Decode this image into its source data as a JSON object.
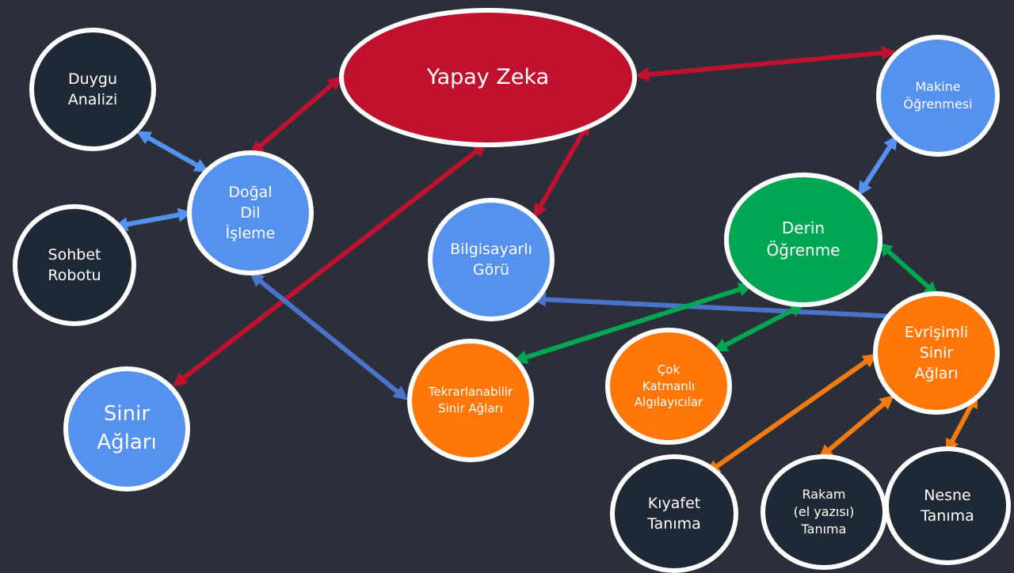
{
  "colors": {
    "background": "#2a2f39",
    "red": "#c0112f",
    "blue": "#5591ee",
    "dark": "#1f2835",
    "green": "#00a651",
    "orange": "#ff7708",
    "arrow_red": "#c0112f",
    "arrow_blue": "#5591ee",
    "arrow_darkblue": "#4a74c9",
    "arrow_green": "#00a651",
    "arrow_orange": "#f27a12"
  },
  "nodes": {
    "yapay_zeka": "Yapay Zeka",
    "duygu_analizi": "Duygu\nAnalizi",
    "dogal_dil_isleme": "Doğal\nDil\nİşleme",
    "sohbet_robotu": "Sohbet\nRobotu",
    "sinir_aglari": "Sinir\nAğları",
    "bilgisayarli_goru": "Bilgisayarlı\nGörü",
    "makine_ogrenmesi": "Makine\nÖğrenmesi",
    "derin_ogrenme": "Derin\nÖğrenme",
    "tekrarlanabilir": "Tekrarlanabilir\nSinir Ağları",
    "cok_katmanli": "Çok\nKatmanlı\nAlgılayıcılar",
    "evrisimli": "Evrişimli\nSinir\nAğları",
    "kiyafet": "Kıyafet\nTanıma",
    "rakam": "Rakam\n(el yazısı)\nTanıma",
    "nesne": "Nesne\nTanıma"
  }
}
